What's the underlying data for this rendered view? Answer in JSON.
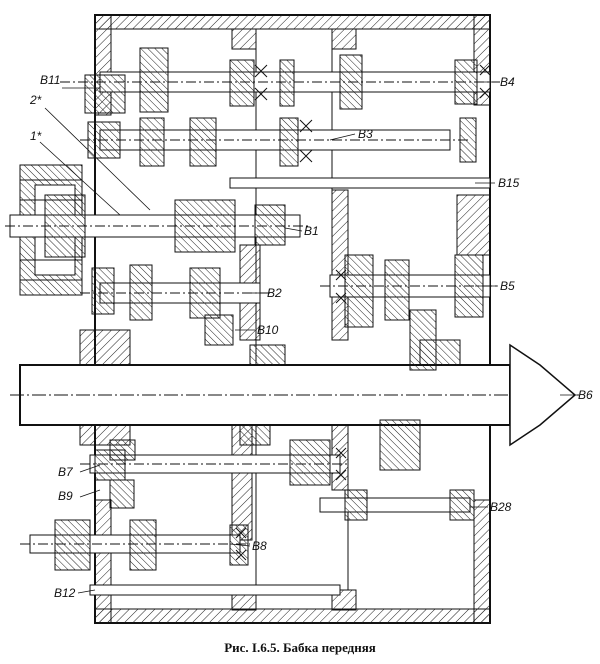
{
  "caption": "Рис. I.6.5. Бабка передняя",
  "labels": {
    "b11": "В11",
    "p2": "2*",
    "p1": "1*",
    "b4": "В4",
    "b3": "В3",
    "b15": "В15",
    "b1": "В1",
    "b2": "В2",
    "b5": "В5",
    "b10": "В10",
    "b6": "В6",
    "b7": "В7",
    "b9": "В9",
    "b28": "В28",
    "b8": "В8",
    "b12": "В12"
  }
}
